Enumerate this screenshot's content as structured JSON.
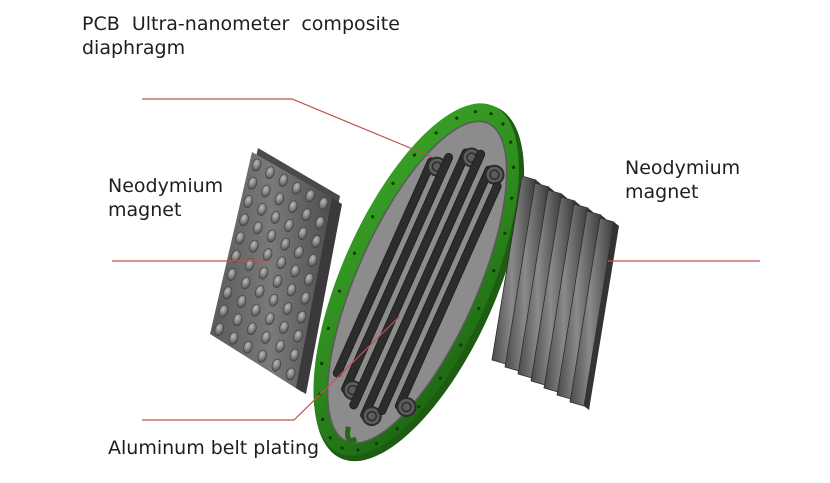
{
  "labels": {
    "diaphragm_line1": "PCB  Ultra-nanometer  composite",
    "diaphragm_line2": "diaphragm",
    "magnet_left_line1": "Neodymium",
    "magnet_left_line2": "magnet",
    "magnet_right_line1": "Neodymium",
    "magnet_right_line2": "magnet",
    "aluminum": "Aluminum belt plating"
  },
  "colors": {
    "leader_line": "#c0504d",
    "pcb_ring": "#2e8a1e",
    "pcb_ring_dark": "#175c0e",
    "magnet_gray": "#6e6e6e",
    "magnet_dark": "#3f3f3f",
    "diaphragm_gray": "#8a8a8a",
    "trace_dark": "#2c2c2c"
  }
}
